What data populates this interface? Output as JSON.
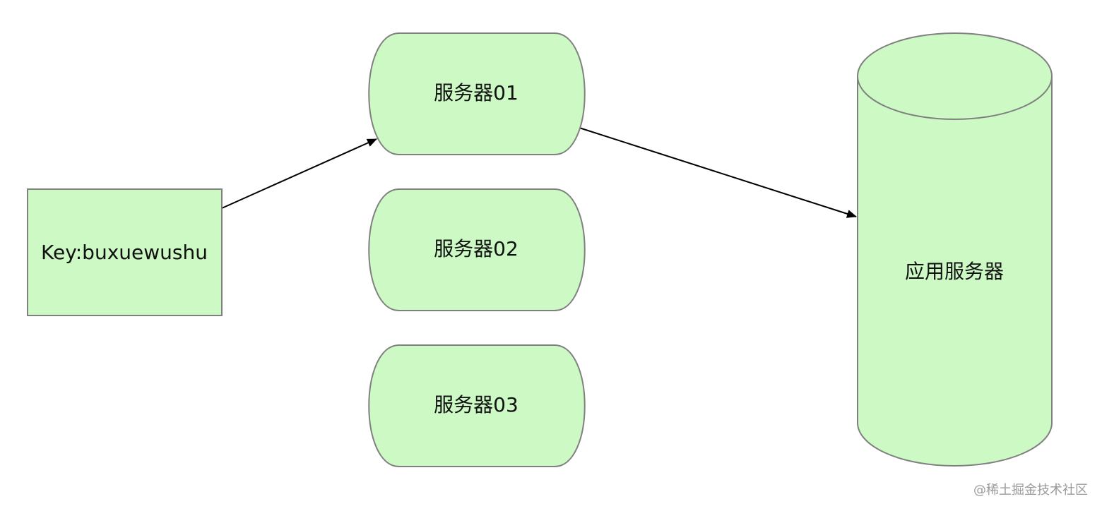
{
  "diagram": {
    "key_node": {
      "label": "Key:buxuewushu"
    },
    "servers": [
      {
        "label": "服务器01"
      },
      {
        "label": "服务器02"
      },
      {
        "label": "服务器03"
      }
    ],
    "app_server": {
      "label": "应用服务器"
    },
    "watermark": "@稀土掘金技术社区"
  },
  "colors": {
    "node_fill": "#ccf9c4",
    "node_stroke": "#808080",
    "edge": "#000000",
    "text": "#111111"
  }
}
